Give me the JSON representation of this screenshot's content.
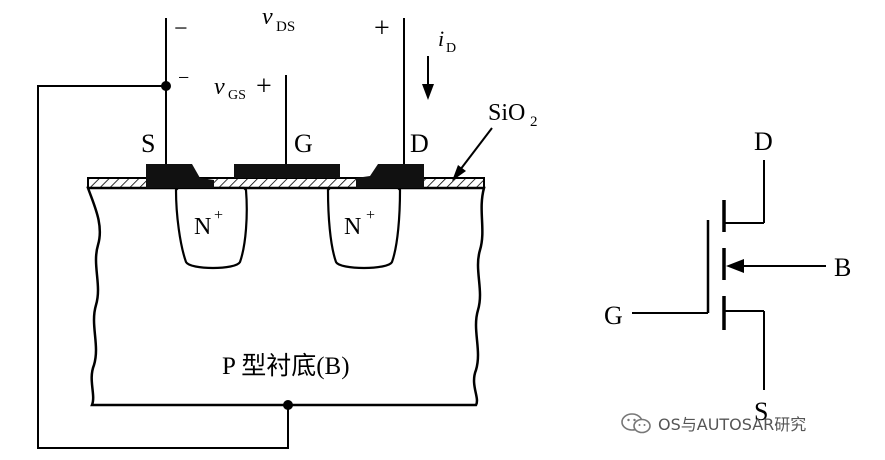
{
  "left_diagram": {
    "labels": {
      "vds": "v",
      "vds_sub": "DS",
      "minus_top": "−",
      "plus_top": "+",
      "id_main": "i",
      "id_sub": "D",
      "minus_vgs": "−",
      "vgs": "v",
      "vgs_sub": "GS",
      "plus_vgs": "+",
      "sio2_main": "SiO",
      "sio2_sub": "2",
      "s": "S",
      "g": "G",
      "d": "D",
      "n_left": "N",
      "n_left_sup": "+",
      "n_right": "N",
      "n_right_sup": "+",
      "substrate": "P 型衬底(B)"
    }
  },
  "symbol": {
    "labels": {
      "d": "D",
      "b": "B",
      "g": "G",
      "s": "S"
    }
  },
  "watermark": {
    "text": "OS与AUTOSAR研究",
    "icon": "wechat-icon"
  }
}
